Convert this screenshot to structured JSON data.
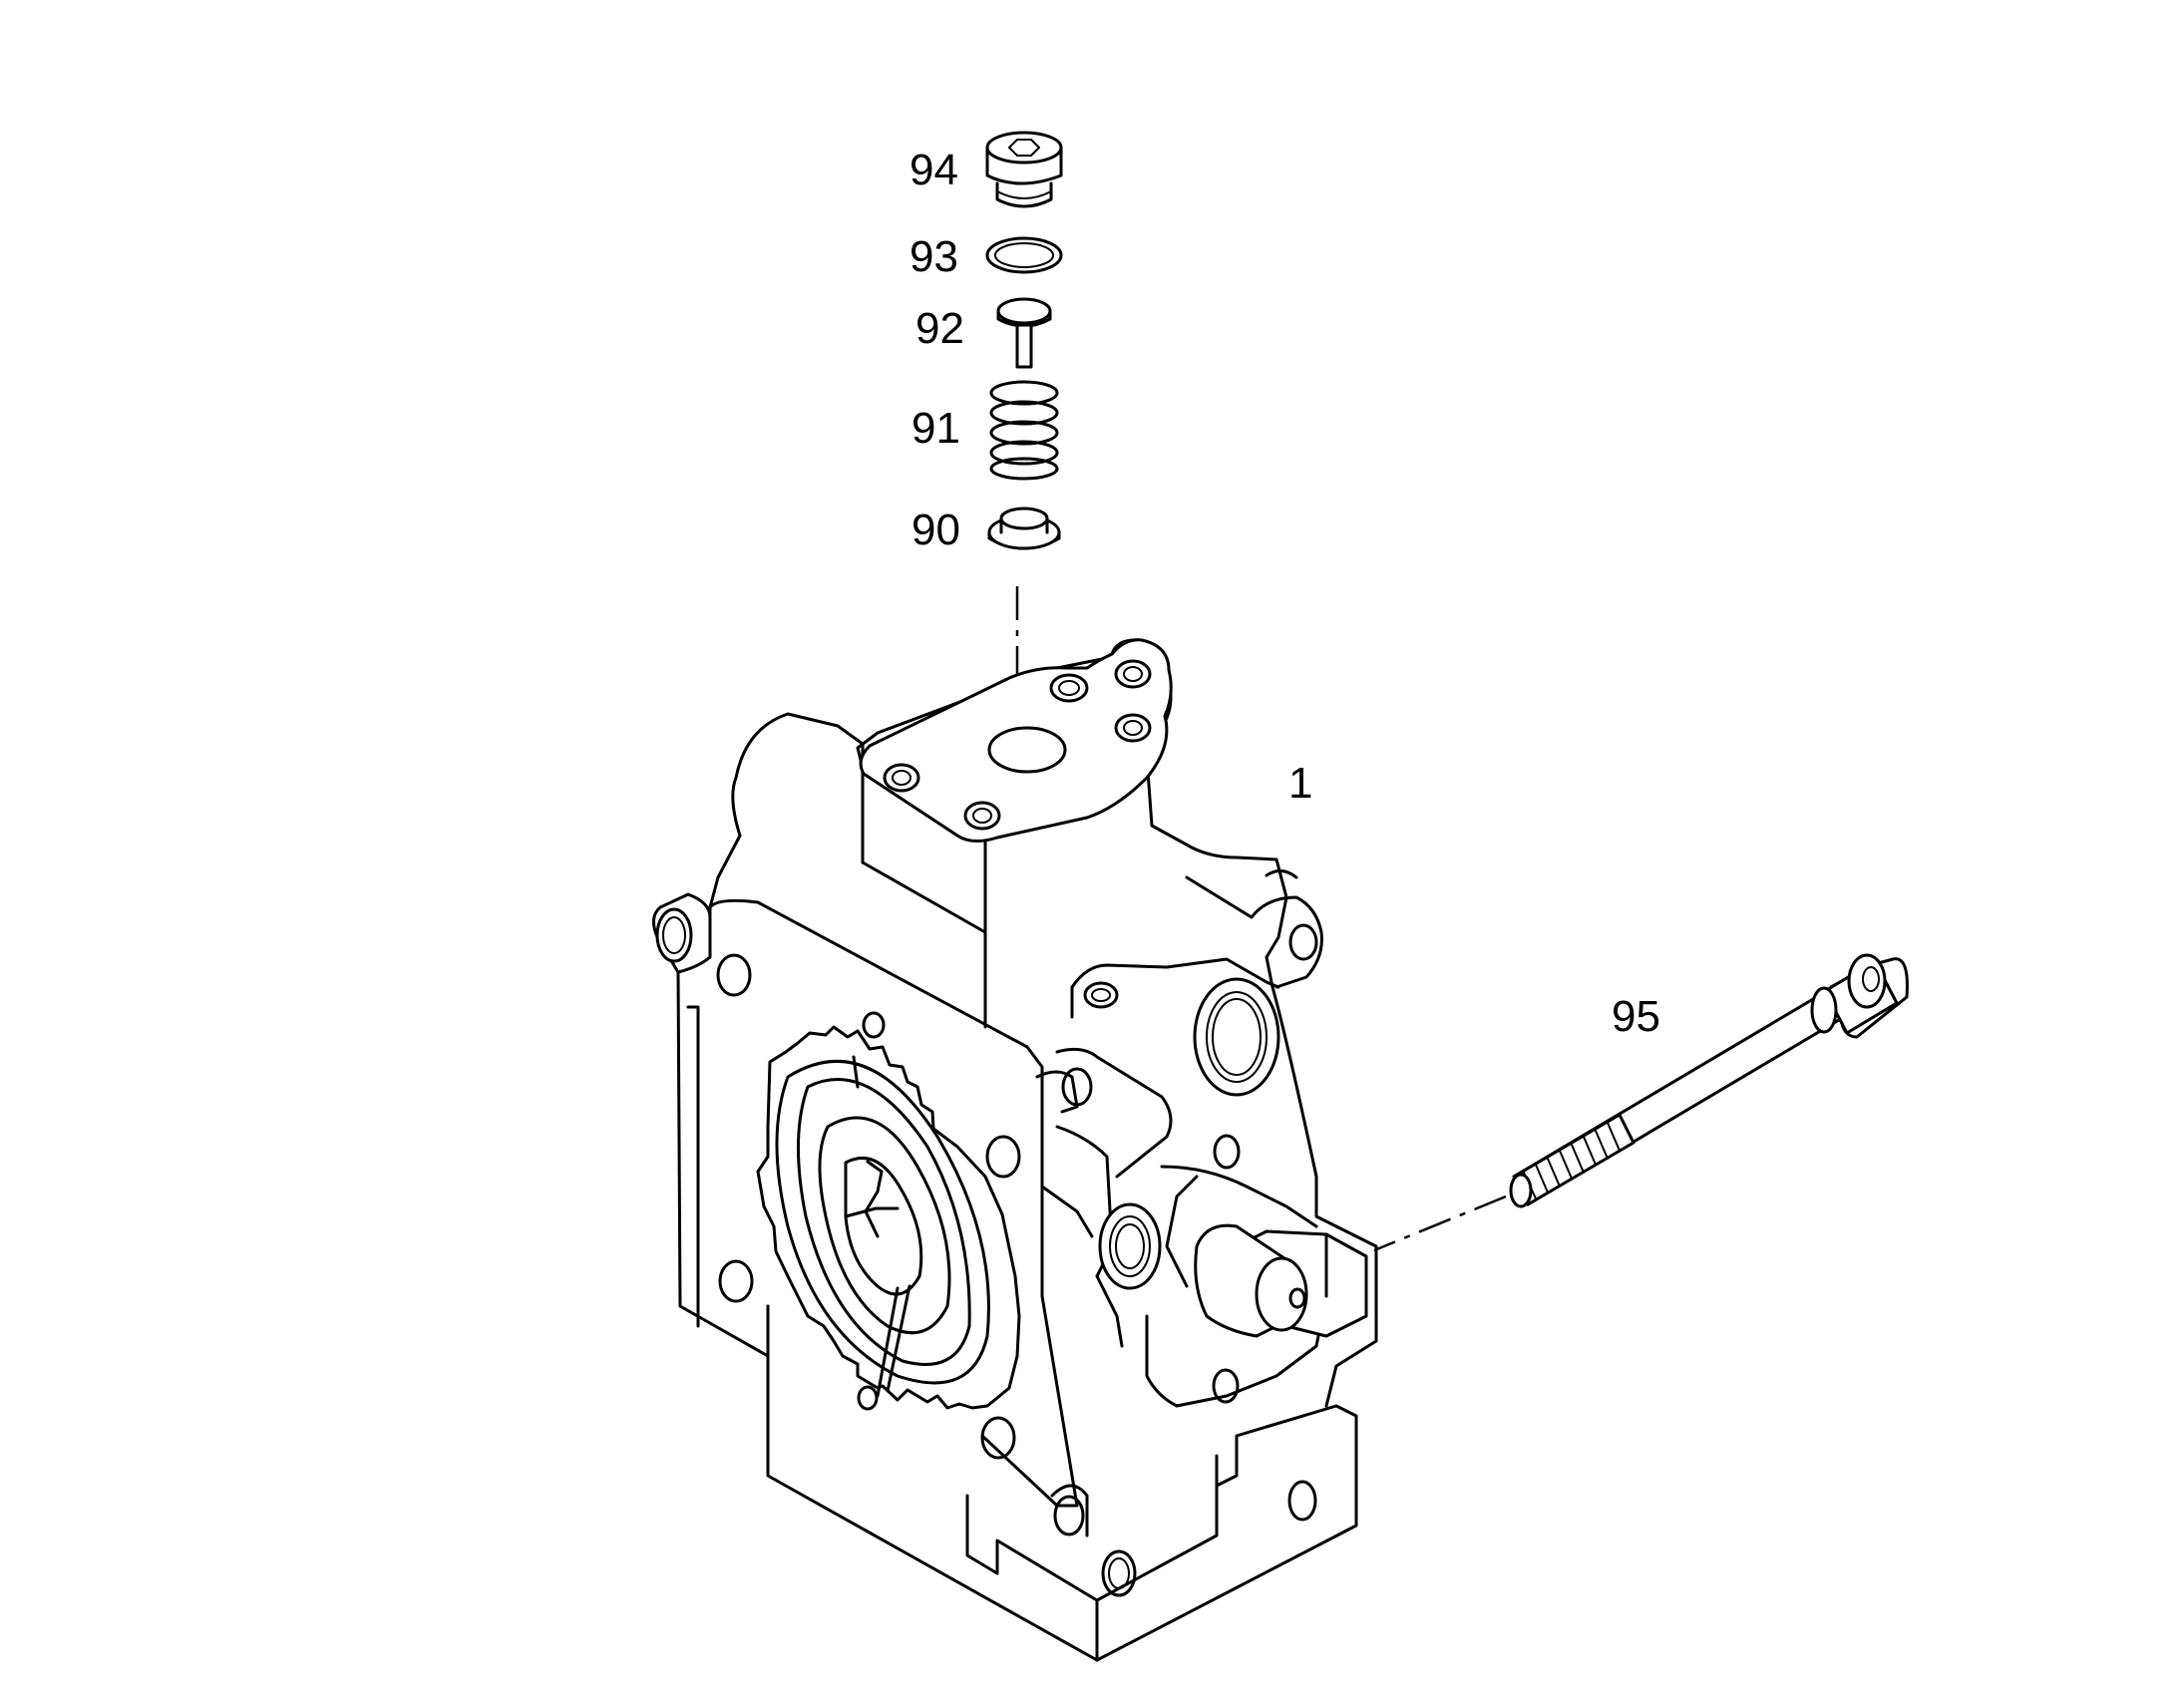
{
  "diagram": {
    "callouts": [
      {
        "id": "94",
        "label": "94"
      },
      {
        "id": "93",
        "label": "93"
      },
      {
        "id": "92",
        "label": "92"
      },
      {
        "id": "91",
        "label": "91"
      },
      {
        "id": "90",
        "label": "90"
      },
      {
        "id": "1",
        "label": "1"
      },
      {
        "id": "95",
        "label": "95"
      }
    ]
  },
  "colors": {
    "ink": "#000000",
    "paper": "#ffffff"
  }
}
